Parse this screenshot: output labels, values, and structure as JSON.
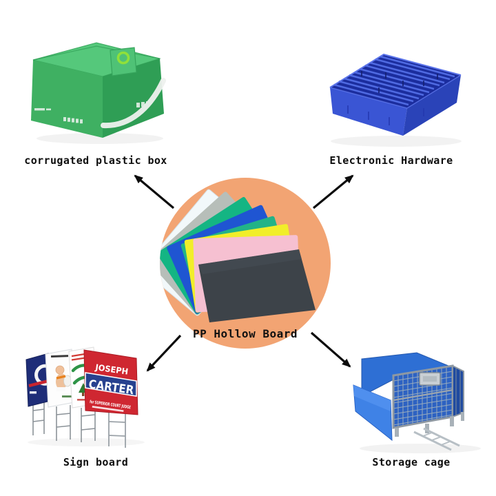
{
  "center": {
    "label": "PP Hollow Board",
    "circle_color": "#f2a473",
    "sheet_colors": [
      "#f2f8fa",
      "#b7beb9",
      "#14b583",
      "#1f55d2",
      "#22b387",
      "#f1ee2a",
      "#f6c0d1",
      "#3d4349"
    ]
  },
  "nodes": {
    "top_left": {
      "label": "corrugated plastic box"
    },
    "top_right": {
      "label": "Electronic Hardware"
    },
    "bottom_left": {
      "label": "Sign board",
      "sign": {
        "top_name": "JOSEPH",
        "main_name": "CARTER",
        "subtitle": "for SUPERIOR COURT JUDGE"
      }
    },
    "bottom_right": {
      "label": "Storage cage"
    }
  },
  "arrows": [
    {
      "from": "center",
      "to": "top-left"
    },
    {
      "from": "center",
      "to": "top-right"
    },
    {
      "from": "center",
      "to": "bottom-left"
    },
    {
      "from": "center",
      "to": "bottom-right"
    }
  ],
  "palette": {
    "box_green_top": "#55c87b",
    "box_green_front": "#3fb062",
    "box_green_side": "#2f9e55",
    "latch_lime": "#90e03a",
    "crate_blue_front": "#3a55d4",
    "crate_blue_side": "#2a43b8",
    "crate_blue_interior": "#1b2d9e",
    "sign_red": "#cf2731",
    "sign_navy_band": "#27418f",
    "first_sign_navy": "#1e2d78",
    "cage_panel_blue": "#2e6fd4",
    "cage_mesh_wire": "#9fb0bd",
    "arrow_black": "#0c0c0c"
  }
}
